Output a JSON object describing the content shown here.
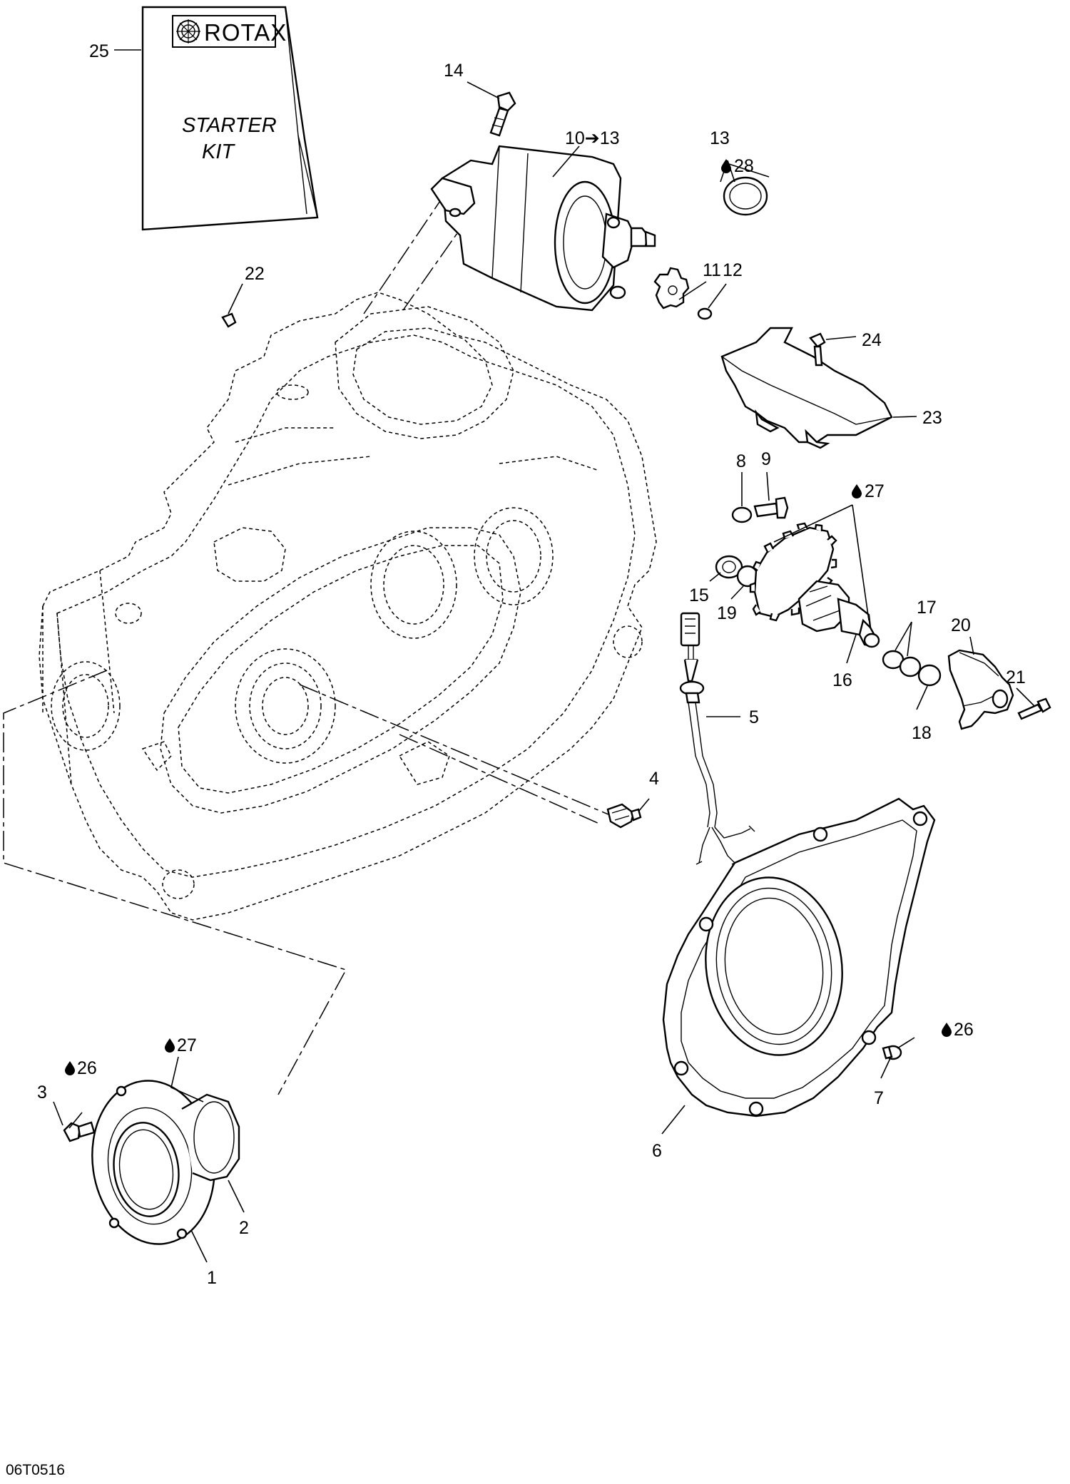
{
  "kit": {
    "brand": "ROTAX",
    "title_line1": "STARTER",
    "title_line2": "KIT"
  },
  "drawing_code": "06T0516",
  "callouts": {
    "c1": "1",
    "c2": "2",
    "c3": "3",
    "c4": "4",
    "c5": "5",
    "c6": "6",
    "c7": "7",
    "c8": "8",
    "c9": "9",
    "c10_13": "10➔13",
    "c11": "11",
    "c12": "12",
    "c13": "13",
    "c14": "14",
    "c15": "15",
    "c16": "16",
    "c17": "17",
    "c18": "18",
    "c19": "19",
    "c20": "20",
    "c21": "21",
    "c22": "22",
    "c23": "23",
    "c24": "24",
    "c25": "25"
  },
  "lubricants": {
    "l28": "28",
    "l27_top": "27",
    "l27_bottom": "27",
    "l26_left": "26",
    "l26_right": "26"
  },
  "icons": {
    "lubricant": "oil-drop-icon",
    "brand_badge": "bombardier-gear-icon"
  }
}
